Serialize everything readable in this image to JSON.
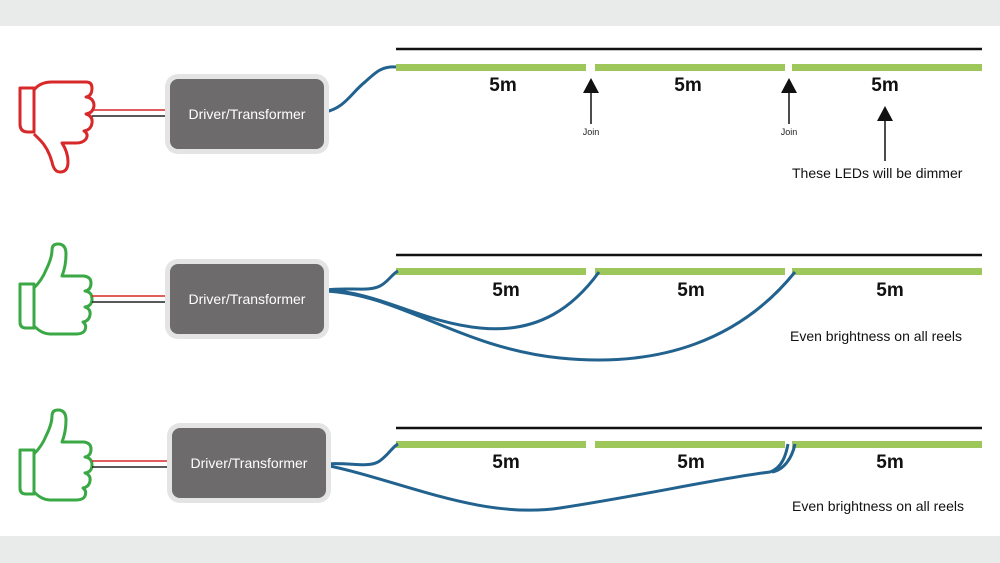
{
  "colors": {
    "bad": "#d7282a",
    "good": "#3aa845",
    "strip": "#9dc75a",
    "cable": "#22628f",
    "driver": "#6e6b6c"
  },
  "icons": [
    "thumbs-down-icon",
    "thumbs-up-icon",
    "thumbs-up-icon"
  ],
  "rows": [
    {
      "verdict": "bad",
      "driver_label": "Driver/Transformer",
      "reel_lengths": [
        "5m",
        "5m",
        "5m"
      ],
      "join_labels": [
        "Join",
        "Join"
      ],
      "note": "These LEDs will be dimmer"
    },
    {
      "verdict": "good",
      "driver_label": "Driver/Transformer",
      "reel_lengths": [
        "5m",
        "5m",
        "5m"
      ],
      "note": "Even brightness on all reels"
    },
    {
      "verdict": "good",
      "driver_label": "Driver/Transformer",
      "reel_lengths": [
        "5m",
        "5m",
        "5m"
      ],
      "note": "Even brightness on all reels"
    }
  ]
}
